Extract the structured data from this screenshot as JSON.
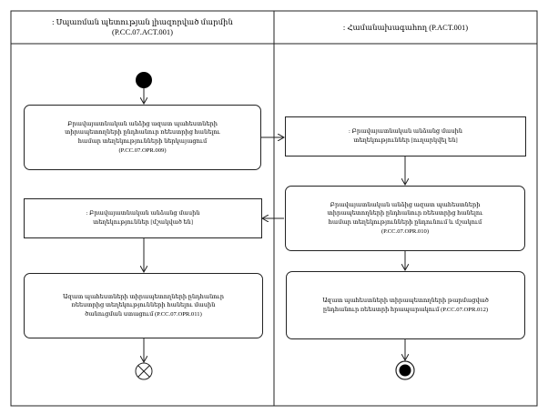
{
  "lanes": [
    {
      "title_line1": ": Սպառման պետության լիազորված մարմին",
      "title_line2": "(P.CC.07.ACT.001)"
    },
    {
      "title_line1": ": Համանախագահող (P.ACT.001)"
    }
  ],
  "nodes": {
    "n1": {
      "lines": [
        "Բրավայատնական անձից ազատ պահեստների",
        "տիրապետողների ընդհանուր ռեեստրից հանելու",
        "համար տեղեկությունների ներկայացում",
        "(P.CC.07.OPR.009)"
      ]
    },
    "n2": {
      "lines": [
        ": Բրավայատնական անձանց մասին",
        "տեղեկություններ [ուղարկվել են]"
      ]
    },
    "n3": {
      "lines": [
        "Բրավայատնական անձից ազատ պահեստների",
        "տիրապետողների ընդհանուր ռեեստրից հանելու",
        "համար տեղեկությունների ընդունում և մշակում",
        "(P.CC.07.OPR.010)"
      ]
    },
    "n4": {
      "lines": [
        ": Բրավայատնական անձանց մասին",
        "տեղեկություններ [մշակված են]"
      ]
    },
    "n5": {
      "lines": [
        "Ազատ պահեստների տիրապետողների ընդհանուր",
        "ռեեստրից տեղեկությունների հանելու մասին",
        "ծանուցման ստացում (P.CC.07.OPR.011)"
      ]
    },
    "n6": {
      "lines": [
        "Ազատ պահեստների տիրապետողների թարմացված",
        "ընդհանուր ռեեստրի հրապարակում (P.CC.07.OPR.012)"
      ]
    }
  }
}
